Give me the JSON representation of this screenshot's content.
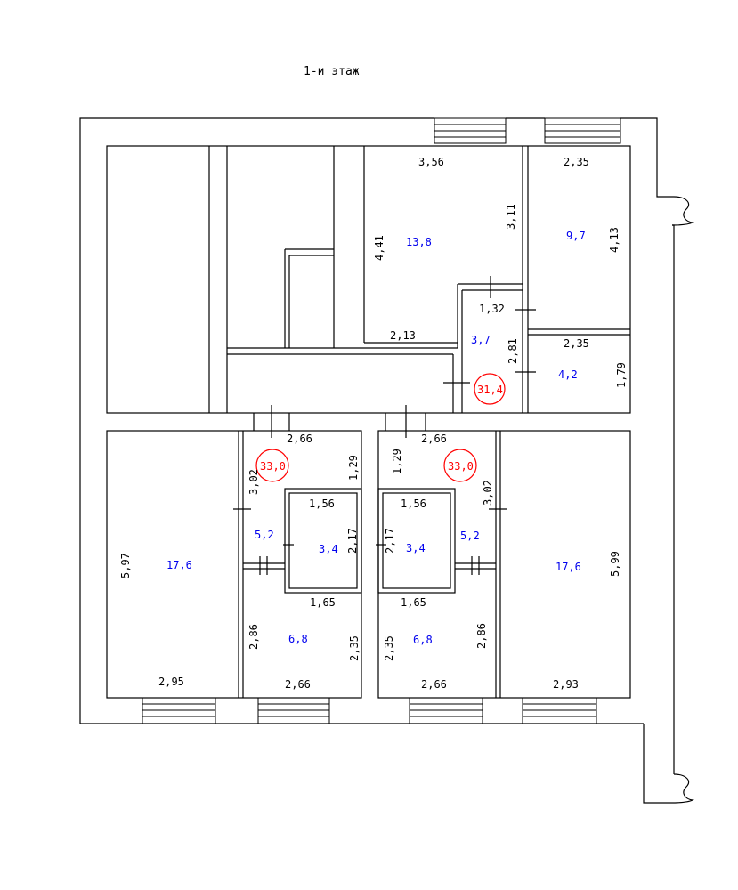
{
  "title": "1-и этаж",
  "colors": {
    "lines": "#000000",
    "area": "#0000ee",
    "total": "#ff0000"
  },
  "dimensions": [
    "3,56",
    "3,11",
    "4,41",
    "2,13",
    "2,35",
    "4,13",
    "1,32",
    "2,81",
    "2,35",
    "1,79",
    "2,66",
    "3,02",
    "1,29",
    "1,56",
    "2,17",
    "1,65",
    "2,86",
    "2,35",
    "2,66",
    "5,97",
    "2,95",
    "2,66",
    "1,29",
    "1,56",
    "2,17",
    "1,65",
    "2,35",
    "2,86",
    "2,66",
    "3,02",
    "5,99",
    "2,93"
  ],
  "areas": [
    "13,8",
    "9,7",
    "3,7",
    "4,2",
    "5,2",
    "3,4",
    "6,8",
    "17,6",
    "3,4",
    "5,2",
    "6,8",
    "17,6"
  ],
  "totals": [
    "31,4",
    "33,0",
    "33,0"
  ]
}
